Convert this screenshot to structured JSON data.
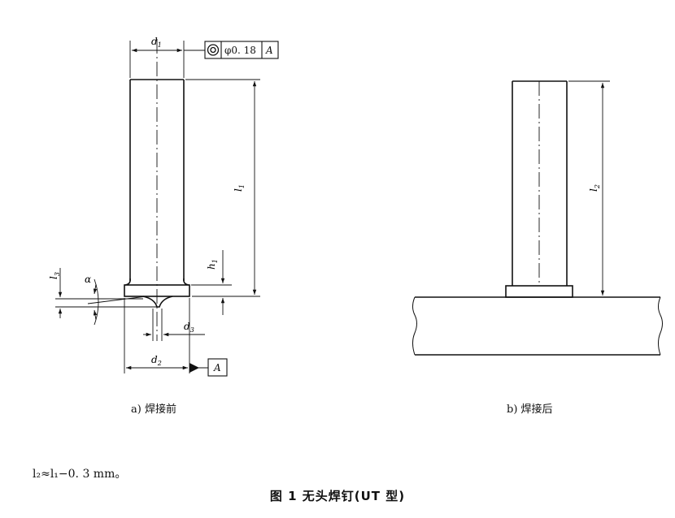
{
  "figure_a": {
    "caption": "a) 焊接前",
    "labels": {
      "d1": "d",
      "d1_sub": "1",
      "d2": "d",
      "d2_sub": "2",
      "d3": "d",
      "d3_sub": "3",
      "l1": "l",
      "l1_sub": "1",
      "l3": "l",
      "l3_sub": "3",
      "h1": "h",
      "h1_sub": "1",
      "alpha": "α"
    },
    "tolerance_frame": {
      "value": "φ0. 18",
      "datum": "A"
    },
    "datum_box": "A"
  },
  "figure_b": {
    "caption": "b) 焊接后",
    "labels": {
      "l2": "l",
      "l2_sub": "2"
    }
  },
  "note": "l₂≈l₁−0. 3 mm。",
  "figure_title": "图 1    无头焊钉(UT 型)"
}
